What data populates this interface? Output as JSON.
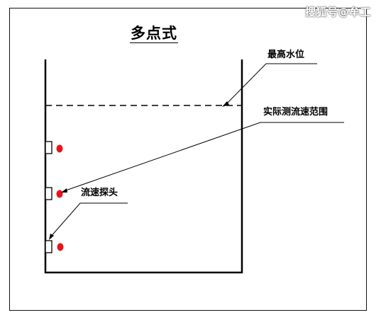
{
  "diagram": {
    "title": "多点式",
    "labels": {
      "max_water_level": "最高水位",
      "measurement_range": "实际测流速范围",
      "velocity_probe": "流速探头"
    },
    "watermark": "搜狐号@牟工"
  },
  "colors": {
    "line": "#000000",
    "probe_dot": "#e8141b",
    "background": "#ffffff"
  }
}
